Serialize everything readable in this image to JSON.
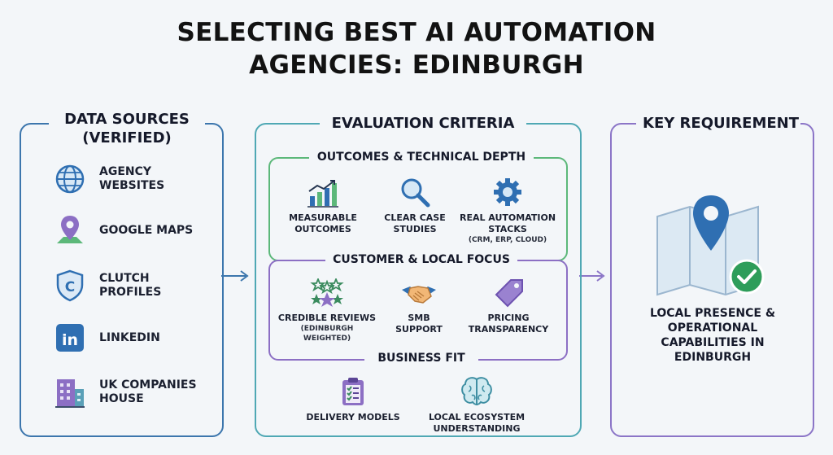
{
  "title": {
    "line1": "SELECTING BEST AI AUTOMATION",
    "line2": "AGENCIES: EDINBURGH"
  },
  "data_sources": {
    "heading_line1": "DATA SOURCES",
    "heading_line2": "(VERIFIED)",
    "items": [
      {
        "label_line1": "AGENCY",
        "label_line2": "WEBSITES",
        "icon": "globe-icon"
      },
      {
        "label_line1": "GOOGLE MAPS",
        "label_line2": "",
        "icon": "map-pin-icon"
      },
      {
        "label_line1": "CLUTCH",
        "label_line2": "PROFILES",
        "icon": "clutch-shield-icon"
      },
      {
        "label_line1": "LINKEDIN",
        "label_line2": "",
        "icon": "linkedin-icon"
      },
      {
        "label_line1": "UK COMPANIES",
        "label_line2": "HOUSE",
        "icon": "building-icon"
      }
    ]
  },
  "evaluation": {
    "heading": "EVALUATION CRITERIA",
    "groups": [
      {
        "title": "OUTCOMES & TECHNICAL DEPTH",
        "color": "#5cb87a",
        "items": [
          {
            "line1": "MEASURABLE",
            "line2": "OUTCOMES",
            "note": "",
            "icon": "bar-chart-icon"
          },
          {
            "line1": "CLEAR CASE",
            "line2": "STUDIES",
            "note": "",
            "icon": "magnifier-icon"
          },
          {
            "line1": "REAL AUTOMATION",
            "line2": "STACKS",
            "note": "(CRM, ERP, CLOUD)",
            "icon": "gear-icon"
          }
        ]
      },
      {
        "title": "CUSTOMER & LOCAL FOCUS",
        "color": "#8c6fc4",
        "items": [
          {
            "line1": "CREDIBLE REVIEWS",
            "line2": "",
            "note": "(EDINBURGH WEIGHTED)",
            "icon": "stars-icon"
          },
          {
            "line1": "SMB",
            "line2": "SUPPORT",
            "note": "",
            "icon": "handshake-icon"
          },
          {
            "line1": "PRICING",
            "line2": "TRANSPARENCY",
            "note": "",
            "icon": "price-tag-icon"
          }
        ]
      },
      {
        "title": "BUSINESS FIT",
        "color": "#4fa8b4",
        "items": [
          {
            "line1": "DELIVERY MODELS",
            "line2": "",
            "note": "",
            "icon": "clipboard-checklist-icon"
          },
          {
            "line1": "LOCAL ECOSYSTEM",
            "line2": "UNDERSTANDING",
            "note": "",
            "icon": "brain-icon"
          }
        ]
      }
    ]
  },
  "key_requirement": {
    "heading": "KEY REQUIREMENT",
    "text_line1": "LOCAL PRESENCE &",
    "text_line2": "OPERATIONAL",
    "text_line3": "CAPABILITIES IN",
    "text_line4": "EDINBURGH",
    "icon": "map-location-check-icon"
  },
  "colors": {
    "left_border": "#3c76ad",
    "middle_border": "#4fa8b4",
    "right_border": "#8b75c7",
    "icon_blue": "#2f6fb2",
    "check_green": "#2e9d5a"
  }
}
